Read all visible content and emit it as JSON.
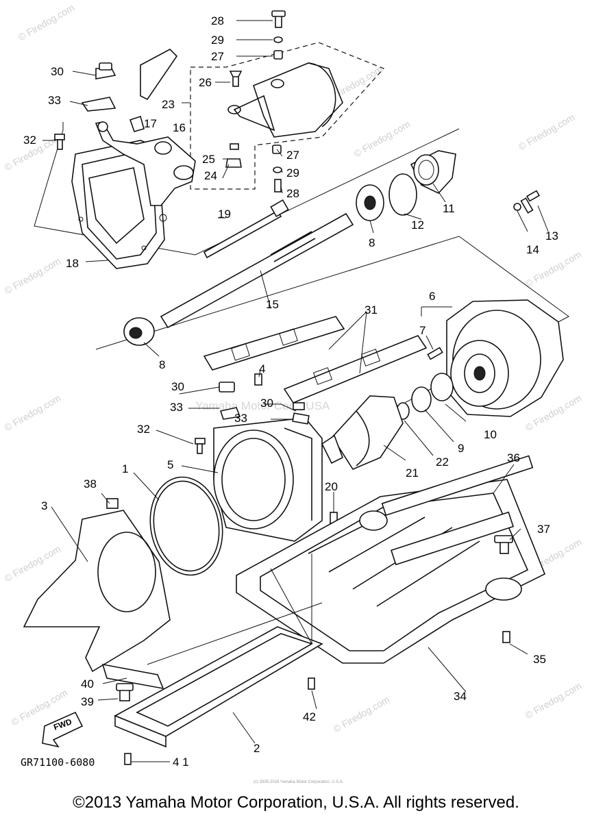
{
  "diagram_code": "GR71100-6080",
  "fwd_label": "FWD",
  "watermark_center": "Yamaha Motor Corp, USA",
  "watermark_site": "© Firedog.com",
  "small_print": "(c) 2005-2016 Yamaha Motor Corporation, U.S.A.",
  "copyright": "©2013 Yamaha Motor Corporation, U.S.A. All rights reserved.",
  "callouts": {
    "c1": "1",
    "c2": "2",
    "c3": "3",
    "c4": "4",
    "c5": "5",
    "c6": "6",
    "c7": "7",
    "c8a": "8",
    "c8b": "8",
    "c9": "9",
    "c10": "10",
    "c11": "11",
    "c12": "12",
    "c13": "13",
    "c14": "14",
    "c15": "15",
    "c16": "16",
    "c17": "17",
    "c18": "18",
    "c19": "19",
    "c20": "20",
    "c21": "21",
    "c22": "22",
    "c23": "23",
    "c24": "24",
    "c25": "25",
    "c26": "26",
    "c27a": "27",
    "c27b": "27",
    "c28a": "28",
    "c28b": "28",
    "c29a": "29",
    "c29b": "29",
    "c30a": "30",
    "c30b": "30",
    "c30c": "30",
    "c31": "31",
    "c32a": "32",
    "c32b": "32",
    "c33a": "33",
    "c33b": "33",
    "c33c": "33",
    "c34": "34",
    "c35": "35",
    "c36": "36",
    "c37": "37",
    "c38": "38",
    "c39": "39",
    "c40": "40",
    "c41": "4 1",
    "c42": "42"
  }
}
